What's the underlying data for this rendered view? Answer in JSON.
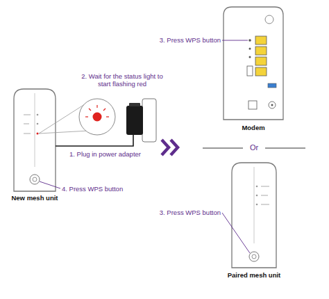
{
  "diagram": {
    "labels": [
      "2. Wait for the status light to start flashing red",
      "1. Plug in power adapter",
      "New mesh unit",
      "4. Press WPS button",
      "3. Press WPS button",
      "Modem",
      "Or",
      "3. Press WPS button",
      "Paired mesh unit"
    ]
  }
}
